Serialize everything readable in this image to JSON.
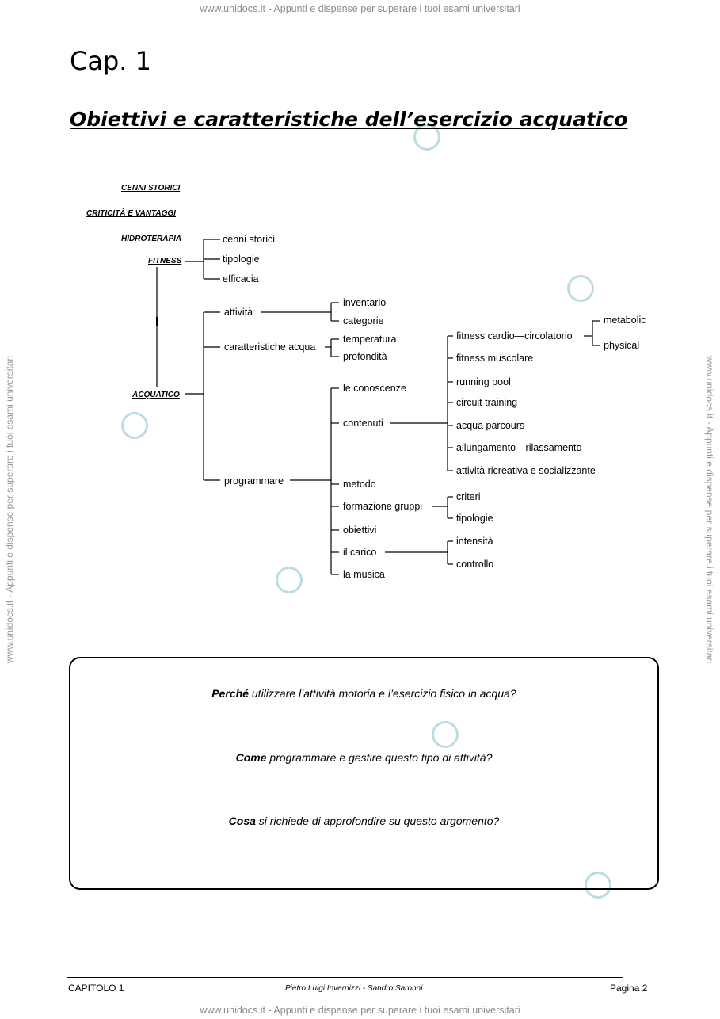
{
  "watermark": {
    "top": "www.unidocs.it - Appunti e dispense per superare i tuoi esami universitari",
    "bottom": "www.unidocs.it - Appunti e dispense per superare i tuoi esami universitari",
    "left": "www.unidocs.it - Appunti e dispense per superare i tuoi esami universitari",
    "right": "www.unidocs.it - Appunti e dispense per superare i tuoi esami universitari"
  },
  "chapter": "Cap. 1",
  "title": "Obiettivi e caratteristiche dell’esercizio acquatico",
  "diagram": {
    "categories": {
      "cenni": "CENNI STORICI",
      "criticita": "CRITICITÀ E VANTAGGI",
      "hidroterapia": "HIDROTERAPIA",
      "fitness": "FITNESS",
      "acquatico": "ACQUATICO"
    },
    "fitness_children": [
      "cenni storici",
      "tipologie",
      "efficacia"
    ],
    "acquatico_children": [
      "attività",
      "caratteristiche acqua",
      "programmare"
    ],
    "attivita_children": [
      "inventario",
      "categorie"
    ],
    "acqua_children": [
      "temperatura",
      "profondità"
    ],
    "programmare_children": [
      "le conoscenze",
      "contenuti",
      "metodo",
      "formazione gruppi",
      "obiettivi",
      "il carico",
      "la musica"
    ],
    "contenuti_children": [
      "fitness cardio—circolatorio",
      "fitness muscolare",
      "running pool",
      "circuit training",
      "acqua parcours",
      "allungamento—rilassamento",
      "attività ricreativa e socializzante"
    ],
    "cardio_children": [
      "metabolic",
      "physical"
    ],
    "gruppi_children": [
      "criteri",
      "tipologie"
    ],
    "carico_children": [
      "intensità",
      "controllo"
    ]
  },
  "questions": [
    {
      "bold": "Perché",
      "rest": " utilizzare l’attività motoria e l’esercizio fisico in acqua?"
    },
    {
      "bold": "Come",
      "rest": " programmare e gestire questo tipo di attività?"
    },
    {
      "bold": "Cosa",
      "rest": " si richiede di approfondire su questo argomento?"
    }
  ],
  "footer": {
    "left": "CAPITOLO 1",
    "center": "Pietro Luigi Invernizzi - Sandro Saronni",
    "right": "Pagina 2"
  }
}
